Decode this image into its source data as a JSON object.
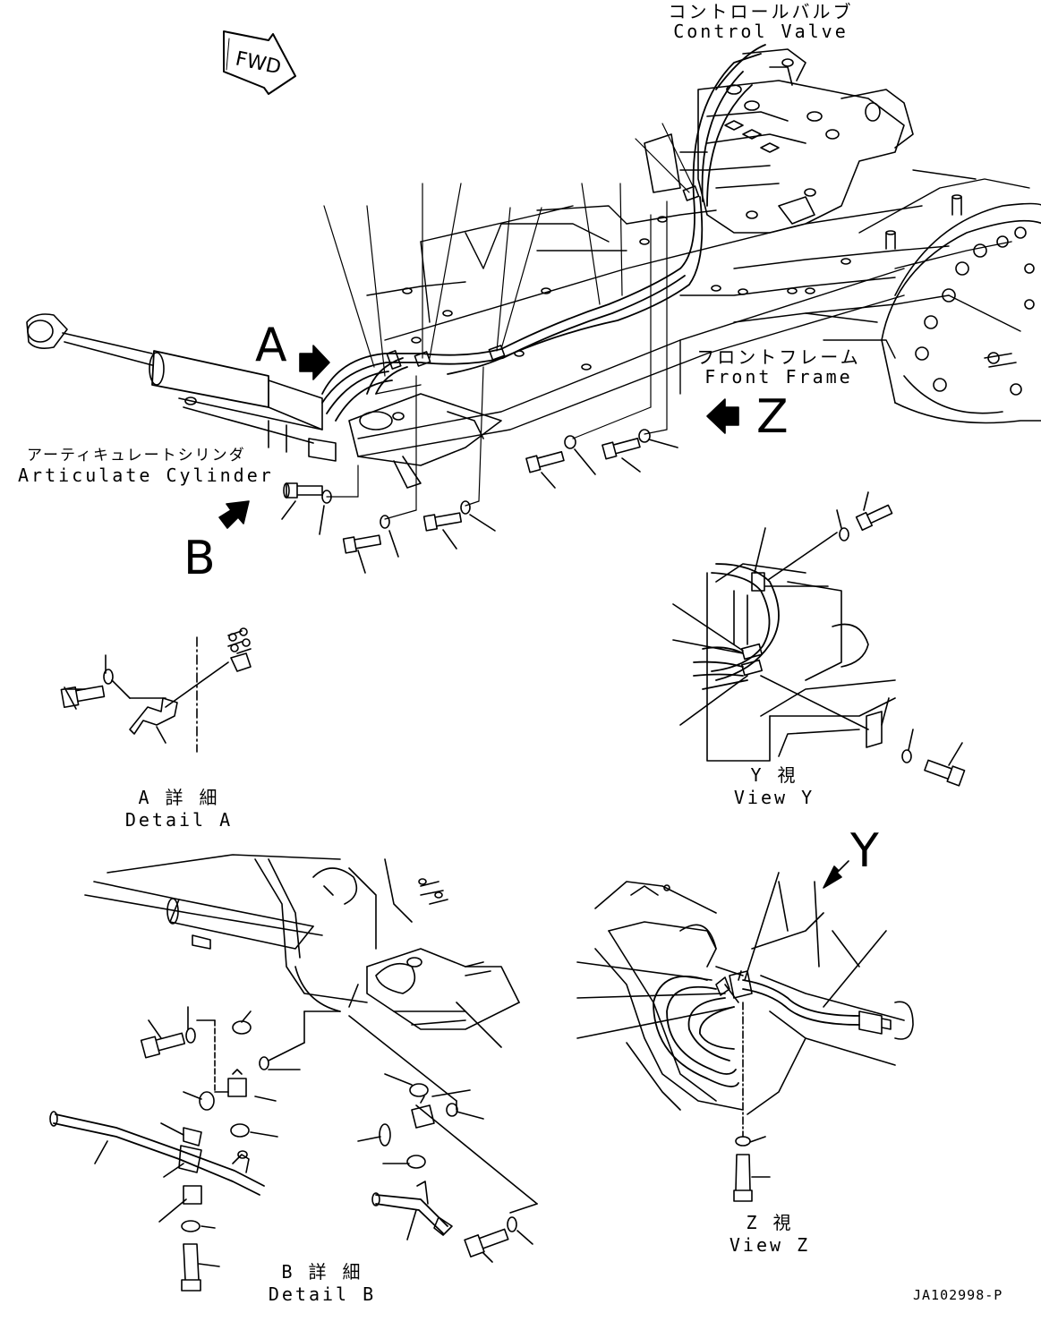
{
  "fwd_badge": "FWD",
  "labels": {
    "control_valve_jp": "コントロールバルブ",
    "control_valve_en": "Control Valve",
    "front_frame_jp": "フロントフレーム",
    "front_frame_en": "Front Frame",
    "cylinder_jp": "アーティキュレートシリンダ",
    "cylinder_en": "Articulate Cylinder",
    "detail_a_jp": "A 詳 細",
    "detail_a_en": "Detail A",
    "view_y_jp": "Y 視",
    "view_y_en": "View Y",
    "detail_b_jp": "B 詳 細",
    "detail_b_en": "Detail B",
    "view_z_jp": "Z 視",
    "view_z_en": "View Z"
  },
  "view_markers": {
    "a": "A",
    "b": "B",
    "y": "Y",
    "z": "Z"
  },
  "drawing_code": "JA102998-P"
}
